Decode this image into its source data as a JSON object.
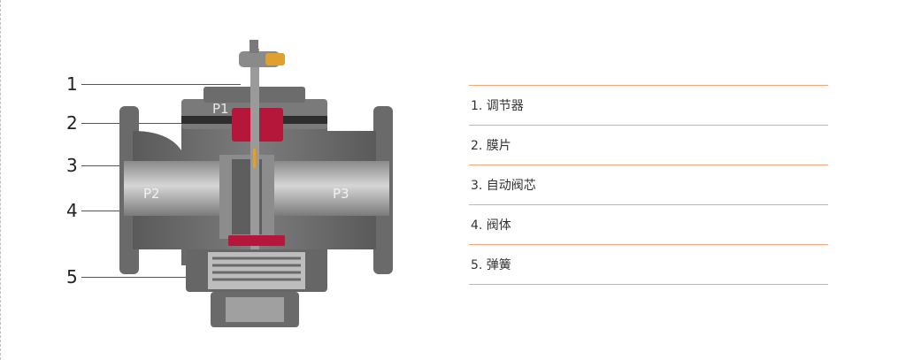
{
  "callouts": [
    {
      "number": "1"
    },
    {
      "number": "2"
    },
    {
      "number": "3"
    },
    {
      "number": "4"
    },
    {
      "number": "5"
    }
  ],
  "chamber_labels": {
    "p1": "P1",
    "p2": "P2",
    "p3": "P3"
  },
  "legend": {
    "items": [
      {
        "label": "1. 调节器"
      },
      {
        "label": "2. 膜片"
      },
      {
        "label": "3. 自动阀芯"
      },
      {
        "label": "4. 阀体"
      },
      {
        "label": "5. 弹簧"
      }
    ]
  },
  "colors": {
    "valve_body": "#6e6e6e",
    "valve_dark": "#3c3c3c",
    "diaphragm": "#b4173a",
    "legend_rule": "#f4a77a",
    "regulator_accent": "#e0a030"
  }
}
